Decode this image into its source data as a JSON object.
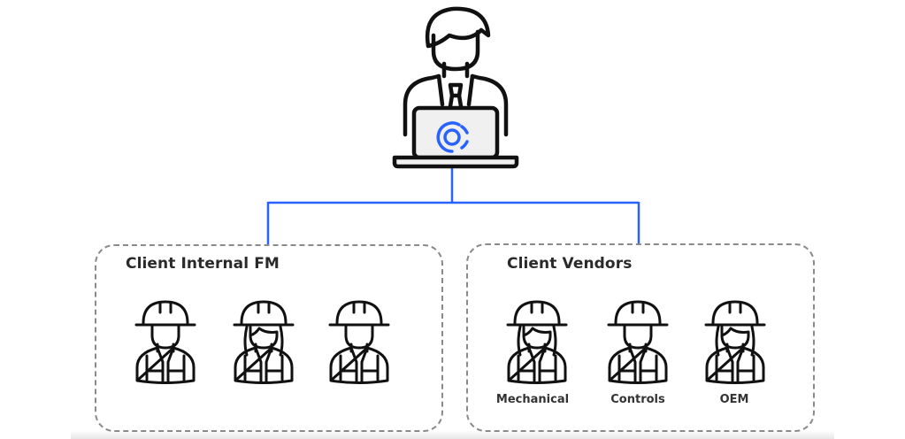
{
  "diagram": {
    "root": {
      "label": "",
      "icon": "manager-at-laptop-icon",
      "logo_icon": "brand-logo-icon",
      "accent_color": "#2962ff"
    },
    "connector_color": "#2962ff",
    "groups": [
      {
        "title": "Client Internal FM",
        "members": [
          {
            "icon": "male-worker-hardhat-icon",
            "label": ""
          },
          {
            "icon": "female-worker-hardhat-icon",
            "label": ""
          },
          {
            "icon": "male-worker-hardhat-icon",
            "label": ""
          }
        ]
      },
      {
        "title": "Client Vendors",
        "members": [
          {
            "icon": "female-worker-hardhat-icon",
            "label": "Mechanical"
          },
          {
            "icon": "male-worker-hardhat-icon",
            "label": "Controls"
          },
          {
            "icon": "female-worker-hardhat-icon",
            "label": "OEM"
          }
        ]
      }
    ]
  }
}
